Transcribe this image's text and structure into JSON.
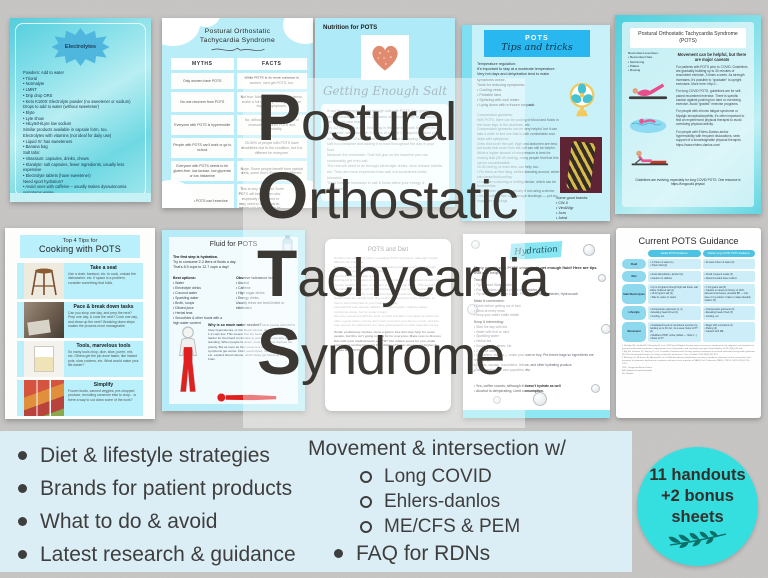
{
  "title": {
    "lines": [
      {
        "i": "P",
        "r": "ostural"
      },
      {
        "i": "O",
        "r": "rthostatic"
      },
      {
        "i": "T",
        "r": "achycardia"
      },
      {
        "i": "S",
        "r": "yndrome"
      }
    ]
  },
  "banner": {
    "left_items": [
      "Diet & lifestyle strategies",
      "Brands for patient products",
      "What to do & avoid",
      "Latest research & guidance"
    ],
    "right_header": "Movement & intersection w/",
    "right_subitems": [
      "Long COVID",
      "Ehlers-danlos",
      "ME/CFS & PEM"
    ],
    "right_last_item": "FAQ for RDNs"
  },
  "badge": {
    "line1": "11 handouts",
    "line2": "+2 bonus",
    "line3": "sheets",
    "circle_color": "#35dfe0"
  },
  "colors": {
    "accent_blue": "#29b7f0",
    "doc_cyan": "#b9edf8",
    "banner_bg": "#dceef5",
    "title_text": "#3b3733"
  },
  "docs": {
    "electrolytes": {
      "badge": "Electrolytes",
      "body": "Powders: Add to water\n• Trioral\n• Normalyte\n• LMNT\n• Drip drop ORS\n• Keto K1000: Electrolyte powder (no sweetener or sodium)\nDrops to add to water (without sweetener)\n• Elyte\n• Lyte show\n• HiLyte/HiLyte low sodium\nSimilar products available in capsule form, too.\nElectrolytes with vitamins (not ideal for daily use)\n• Liquid IV: has sweeteners\n• Banana bag\nSalt tabs:\n• Vitassium: capsules, drinks, chews\n• Klaralyte: salt capsules, fewer ingredients, usually less expensive\n• Electrolyte tablets (have sweetener)\nNeed sport hydration?\n• Avoid ones with caffeine – usually makes dysautonomia symptoms worse.\nMake your own ORS:\nhttps://www..."
    },
    "myths": {
      "title1": "Postural Orthostatic",
      "title2": "Tachycardia Syndrome",
      "col1": "MYTHS",
      "col2": "FACTS",
      "rows": [
        {
          "m": "Only women have POTS",
          "f": "While POTS is 4x more common in women, men get POTS, too."
        },
        {
          "m": "No one recovers from POTS",
          "f": "Not true. Many people, especially teens, make a full recovery. Most people can improve symptoms."
        },
        {
          "m": "Everyone with POTS is hypermobile",
          "f": "No, although there is a high rate of crossover between POTS and hypermobility."
        },
        {
          "m": "People with POTS can't work or go to school",
          "f": "25-50% of people with POTS have disabilities due to the condition, but it is different for everyone."
        },
        {
          "m": "Everyone with POTS needs to be gluten-free, low lactose, low glycemic or low histamine",
          "f": "Nope. Some people benefit from special diets, some don't. Everyone is different."
        },
        {
          "m": "People with POTS can't exercise",
          "f": "This is very individual. Some people with POTS will benefit from structured exercise, especially recumbent exercise. Others may need to avoid exercise. A specialized trainer can help find the best approach for you."
        }
      ]
    },
    "nutrition": {
      "title": "Nutrition for POTS",
      "script": "Getting Enough Salt",
      "body": "It can be challenging to get enough salt with POTS. The general recommendation is up to 8-10 grams of sodium a day, or the amount set by your care team.\nTry 1/2 tsp of salt a day, first thing in the morning, with food and fluids.\nOtherwise, we'll start with 3 grams of salt, or 1 teaspoon, unless you dislike the taste of salt. Generally, we'll begin by placing 1 teaspoon of salt in a container and adding it to food throughout the day in your food.\nMeasure the remainder. That will give us the baseline you can comfortably get from salt.\nThe rest will need to be through electrolyte drinks, slow release tablets, etc. They are more expensive than salt, but sometimes better tolerated.\nTrack how the increases in salt & fluids affect your energy & symptoms."
    },
    "tips": {
      "header": "POTS",
      "header_script": "Tips and tricks",
      "temperature": "Temperature regulation:\nIt's important to stay at a moderate temperature.\nVery hot days and dehydration tend to make symptoms worse.\nTools for reducing symptoms:\n• Cooling vests\n• Portable fans\n• Spritzing with cool water\n• Lying down with a frozen ice pack",
      "compression": "Compression garments:\nWith POTS, there can be pooling of blood and fluids in the lower legs, in the abdomen, etc.\nCompression garments can be very helpful, but it can take a while to find one that is both comfortable and helps with symptoms.\nOnes that cover the calf, thigh and abdomen are best, but socks that cover from the calf can still be helpful.\nWhile a higher amount of compression is best for moving fluid (30-40 mmHg), many people find that this can be uncomfortable.\n20-30 mmHg, or even less, can help, too.\n• Put them on first thing, before standing around, which can cause fluid pooling\n• Consider a donning or doffing device, which can be found online\n• Use rubber gloves, especially if not using a device\n• Sharp nails or skin can damage stockings — put on rings after stockings",
      "brands": "Some good brands:\n• CW-X\n• Vim&Vigr\n• Juzo\n• Jobst"
    },
    "movement": {
      "title": "Postural Orthostatic Tachycardia Syndrome (POTS)",
      "sidebar": "Recumbent exercises:\n• Recumbent bike\n• Swimming\n• Pilates\n• Rowing",
      "heading": "Movement can be helpful, but there are major caveats",
      "p1": "For patients with POTS prior to COVID: Guidelines are gradually building up to 30 minutes of recumbent exercise, 3 times a week. As strength increases, it's possible to \"graduate\" to upright exercises. More here: http://...",
      "p2": "For long COVID POTS, guidelines are for self-paced recumbent exercise. There is specific caution against pushing too hard or overdoing exercise. Avoid \"graded\" exercise programs.",
      "p3": "For people with chronic fatigue syndrome or Myalgic encephalomyelitis, it's often important to find an experienced physical therapist to avoid overdoing physical activity.",
      "p4": "For people with Ehlers-Danlos and/or hypermobility with frequent dislocations, seek support of a knowledgeable physical therapist. https://www.ehlers-danlos.com/",
      "footer": "Guidelines are evolving, especially for long COVID POTS. One resource is https://longcovid.physio/"
    },
    "cooking": {
      "title_small": "Top 4 Tips for",
      "title_big": "Cooking with POTS",
      "tips": [
        {
          "t": "Take a seat",
          "d": "Use a chair, barstool, etc. to cook, unload the dishwasher, etc. If space is a problem, consider something that folds."
        },
        {
          "t": "Pace & break down tasks",
          "d": "Can you shop one day, and prep the next? Prep one day, & cook the next? Cook one day, and clean up the next? Breaking down steps makes the process more manageable."
        },
        {
          "t": "Tools, marvelous tools",
          "d": "So many tools chop, dice, slice, puree, mix, etc. Others get the job done faster, like instant pots, slow cookers, etc. What would make your life easier?"
        },
        {
          "t": "Simplify",
          "d": "Frozen foods, canned veggies, pre-chopped produce, recruiting someone else to chop…is there a way to cut down some of the work?"
        }
      ]
    },
    "fluid": {
      "title": "Fluid for POTS",
      "intro_bold": "The first step is hydration.",
      "intro": "Try to consume 2-3 liters of fluids a day.\nThat's 8.5 cups to 12.7 cups a day!",
      "best_h": "Best options:",
      "best": "• Water\n• Electrolyte drinks\n• Coconut water\n• Sparkling water\n• Broth, soups\n• Diluted juice\n• Herbal teas\n• Smoothies & other foods with a high water content",
      "obs_h": "Observe tolerance to:",
      "obs": "• Alcohol\n• Caffeine\n• High sugar drinks\n• Energy drinks\nUsually these are best limited or eliminated",
      "why_h": "Why is so much water needed?",
      "why": "Most people with POTS have hypovolemia, or low blood volume. On average, they are 1-2 cups low. This means that the heart has to work much harder for the blood to circulate to your head, especially when standing. When people lie down, most symptoms improve via gravity. But as soon as they move to a standing position, symptoms get worse. Fluid, electrolytes, medications, exercise, etc. expand blood volume, which helps get blood up to the brain."
    },
    "diet": {
      "title": "POTS and Diet",
      "body": "Nutrition can play a big role in managing POTS symptoms, although it looks different for everyone.\nStart with our priorities: the first one is making sure you are getting enough fluid and salt (unless told otherwise).\nAim for 2-3 liters of water a day.\nAdd liquids & 8-10 grams of salt and/or electrolytes, or the amount determined by your health care team, in addition to your daily salt intake. This amount will be customized to you and your individual needs, and will go up slowly. Ideally, this is a combo of salty foods & electrolytes & sometimes other products.\nSmall meals are usually best. Big meals pull blood flow to the stomach, so there's less blood flow to your head (and brain).\nLimit alcohol and observe caffeine. For most people, caffeine makes symptoms worse, but for some it helps.\nWe may experiment with the level of carbs and fiber. Low glycemic foods are often a good option, but we don't want to restrict your diet too much, and this may need to be balanced if you have gastroparesis or other digestive issues.",
      "last": "Small, preliminary studies show a gluten free diet may help for some people, but this isn't going to be a fix for everyone. Make sure to discuss this with your medical team, and *IF* this makes sense for you, make sure Celiac testing happens first. Rates of Celiac disease are higher in people with POTS."
    },
    "hydration": {
      "ribbon": "Hydration",
      "intro": "Many people with POTS struggle to get enough fluid! Here are tips that can help.",
      "g1h": "Track it:",
      "g1": "• Try a Smart Water bottle\n• Put reminders on your phone or computer\n• Try an app, like Water Llama, Plant Nanny, Water minder, Hydrocoach",
      "g2h": "Make it convenient:",
      "g2": "• Drink before getting out of bed\n• Drink at every meal\n• Keep your water bottle visible",
      "g3h": "Keep it interesting:",
      "g3": "• Start the day with tea\n• Water with fruit or mint\n• Sparkling water\n• Herbal tea\n• Soups, broth, stews, etc.\n• Coconut water\n• Smoothies, shakes — make your own or buy. Pre-freeze bags so ingredients are ready to go.\n• Melons, squash, cucumbers, lettuce, and other hydrating produce\n• Jell-O, make your own popsicles, etc.",
      "footer": "• Yes, coffee counts, although it doesn't hydrate as well\n• Alcohol is dehydrating. Limit consumption."
    },
    "guidance": {
      "title": "Current POTS Guidance",
      "colA": "Adults POTS Guidance",
      "colB": "Adults Long COVID POTS Guidance",
      "rows": [
        {
          "label": "Fluid",
          "a": "• 2-3 liters of water (1)\n• 3 liters fluid (2)",
          "b": "• At least 2 liters of water (3)"
        },
        {
          "label": "Diet",
          "a": "• Avoid dehydration, alcohol (1)\n• Caution on caffeine",
          "b": "• Small, frequent meals (3)\n• Recommended lower sodium"
        },
        {
          "label": "Salt/ Electrolytes",
          "a": "• Up to 10 grams through high salt foods, salt sticks, buffered salt (1)\n• 10-12 grams salt (2)\n• Take 1L water or snack",
          "b": "• 7-10 grams salt (3)\n• Caution on doses w/ history of CKD, adrenal renal issues, elevated BP — max dose 2.3 g sodium in take to make tolerable sodium (3)"
        },
        {
          "label": "Lifestyle",
          "a": "• Compression garments (1, 2)\n• Elevating head of bed (1)\n• Cooling, etc.",
          "b": "• Compression garments (3)\n• Elevating head of bed (3)\n• Cooling, etc."
        },
        {
          "label": "Movement",
          "a": "• Graduated levels of recumbent exercise (1), building up to 30 min, 4x a week. Refer to PT (2)\n• Modified CHOP, online (tables — https://...)\n• Refer to PT",
          "b": "• Begin with recumbent (3)\n• Pacing (3)\n• Caution with ME"
        }
      ],
      "footnotes": "1 Sheldon RS, Grubb BP, Olshansky B, et al. 2015 Heart Rhythm Society expert consensus statement on the diagnosis and treatment of postural tachycardia syndrome, inappropriate sinus tachycardia, and vasovagal syncope. Heart Rhythm. 2015;12(6):e41-e63.\n2 Raj SR, Guzman JC, Harvey P, et al. Canadian Cardiovascular Society position statement on postural orthostatic tachycardia syndrome (POTS) and related disorders of chronic orthostatic intolerance. Can J Cardiol. 2020;36(3):357-372.\n3 Blitshteyn S, Whiteson JH, Abramoff B, et al. Multi-disciplinary collaborative consensus guidance statement on the assessment and treatment of autonomic dysfunction in patients with post-acute sequelae of SARS-CoV-2 infection (PASC). PM R. 2022;14(10):1270-1291.\nCHP: Congestion/Heart Failure\nME: Myalgic Encephalomyelitis\nNa: Sodium"
    }
  }
}
